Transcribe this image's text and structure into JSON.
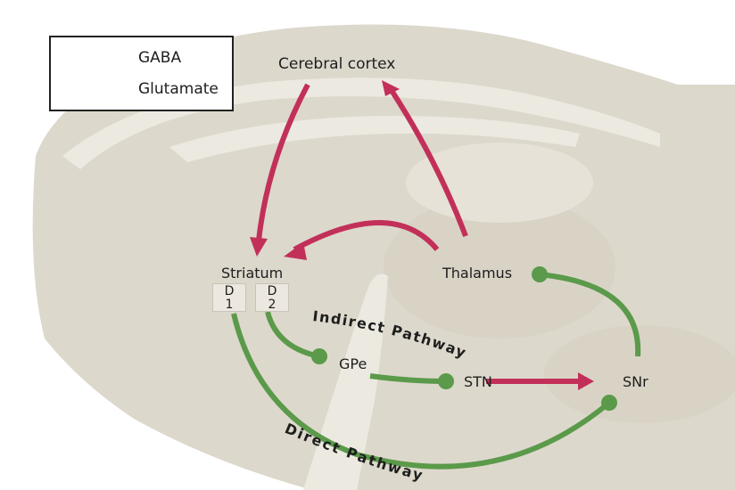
{
  "legend": {
    "gaba_label": "GABA",
    "glutamate_label": "Glutamate"
  },
  "regions": {
    "cortex": "Cerebral cortex",
    "striatum": "Striatum",
    "thalamus": "Thalamus",
    "gpe": "GPe",
    "stn": "STN",
    "snr": "SNr"
  },
  "receptors": {
    "d1": "D\n1",
    "d2": "D\n2"
  },
  "pathways": {
    "indirect": "Indirect Pathway",
    "direct": "Direct Pathway"
  },
  "colors": {
    "gaba": "#5a9a4a",
    "glutamate": "#c2305a",
    "brain_dark": "#ddd8cc",
    "brain_light": "#ece9e1"
  }
}
